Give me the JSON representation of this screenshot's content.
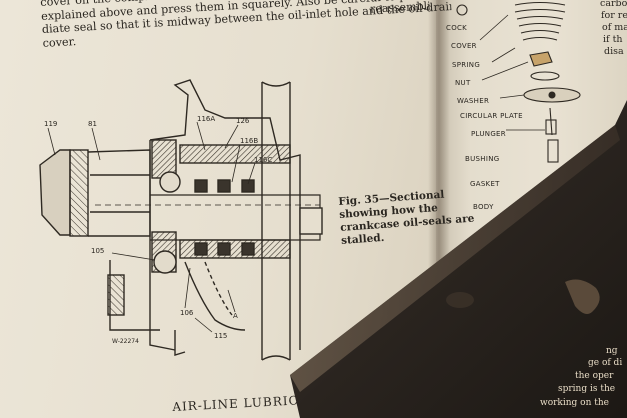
{
  "page_text": {
    "lines": [
      "cover on the compressor crankshaft.  When replacing oil seals, be sure to face",
      "explained above and press them in squarely.  Also be careful to position the",
      "diate seal so that it is midway between the oil-inlet hole and the oil-drain hole in",
      "cover."
    ],
    "fragment_top": "reassembli"
  },
  "figure": {
    "caption_lines": [
      "Fig.  35—Sectional",
      "showing  how  the",
      "crankcase oil-seals are",
      "stalled."
    ],
    "callouts": {
      "c119": "119",
      "c81": "81",
      "c116a": "116A",
      "c126": "126",
      "c116b": "116B",
      "c116c": "116C",
      "c105": "105",
      "c106": "106",
      "ca": "A",
      "c115": "115",
      "drawing_no": "W-22274"
    }
  },
  "right_page": {
    "parts": [
      "COCK",
      "COVER",
      "SPRING",
      "NUT",
      "WASHER",
      "CIRCULAR PLATE",
      "PLUNGER",
      "BUSHING",
      "GASKET",
      "BODY"
    ],
    "fragments_top": [
      "carbo",
      "for re",
      "of ma",
      "if th",
      "disa"
    ],
    "fragments_bottom": [
      "ng",
      "ge of di",
      "the oper",
      "spring is the",
      "working on the"
    ]
  },
  "heading": "AIR-LINE LUBRIC"
}
